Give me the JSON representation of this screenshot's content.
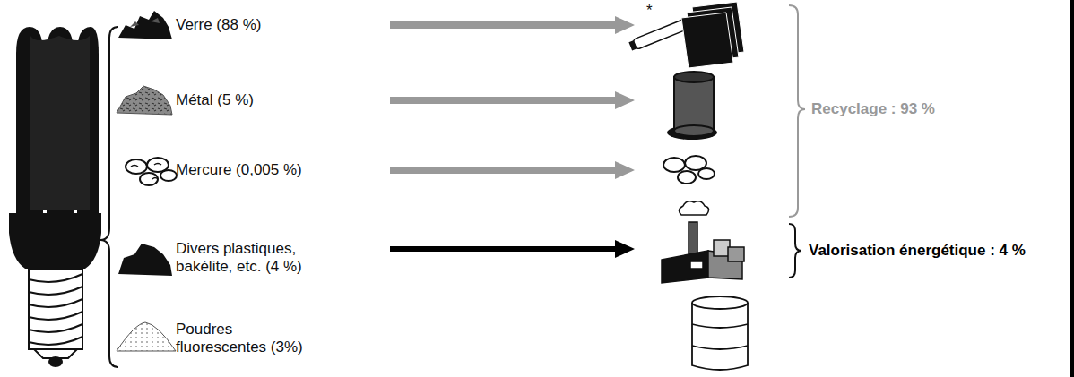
{
  "diagram": {
    "labels": [
      "Verre (88 %)",
      "Métal (5 %)",
      "Mercure (0,005 %)",
      "Divers plastiques, bakélite, etc. (4 %)",
      "Poudres fluorescentes (3%)",
      "*",
      "Recyclage : 93 %",
      "Valorisation énergétique : 4 %"
    ]
  }
}
